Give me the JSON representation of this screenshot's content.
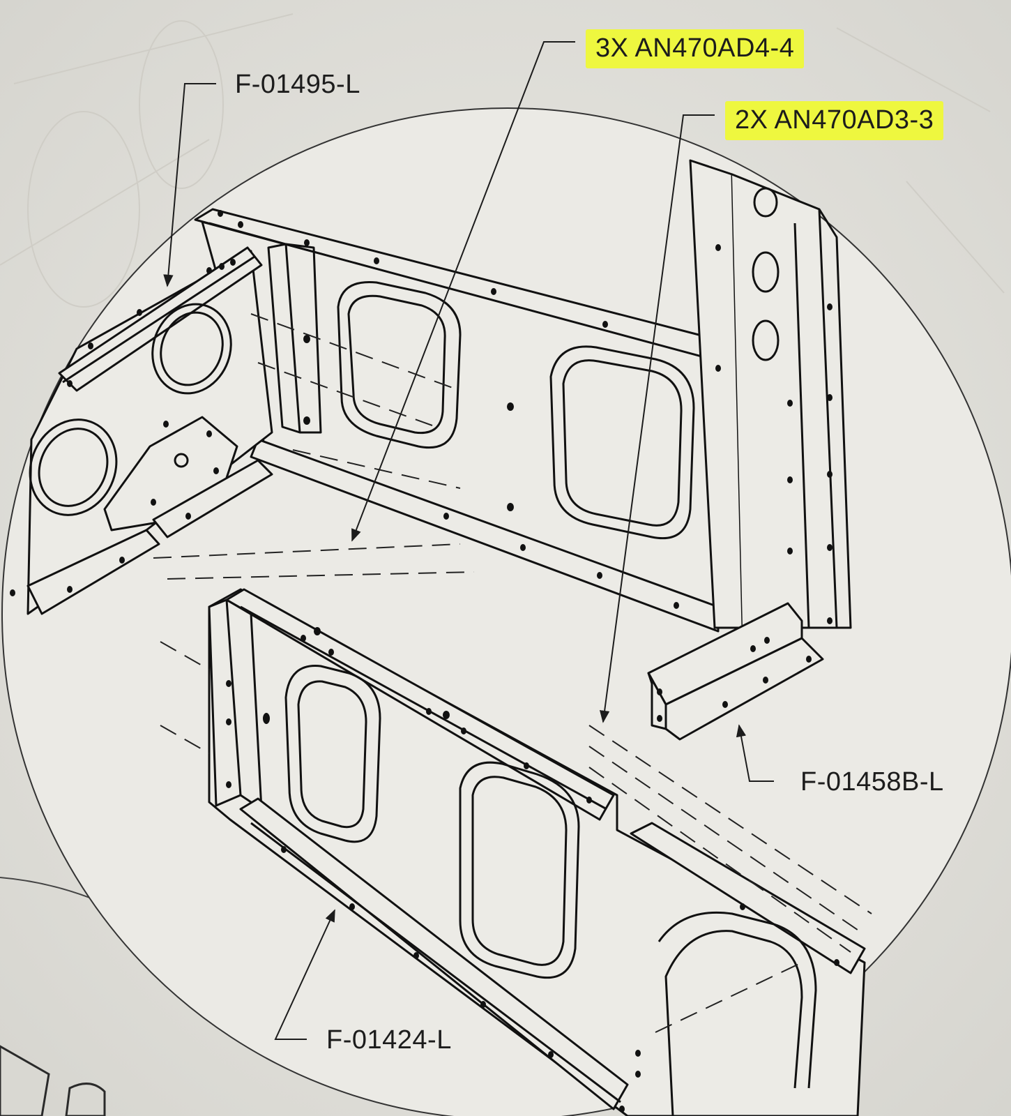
{
  "callouts": {
    "f01495": "F-01495-L",
    "an470ad4": "3X AN470AD4-4",
    "an470ad3": "2X AN470AD3-3",
    "f01458b": "F-01458B-L",
    "f01424": "F-01424-L"
  },
  "highlight_color": "#eef73f",
  "paper_color": "#e9e8e3"
}
